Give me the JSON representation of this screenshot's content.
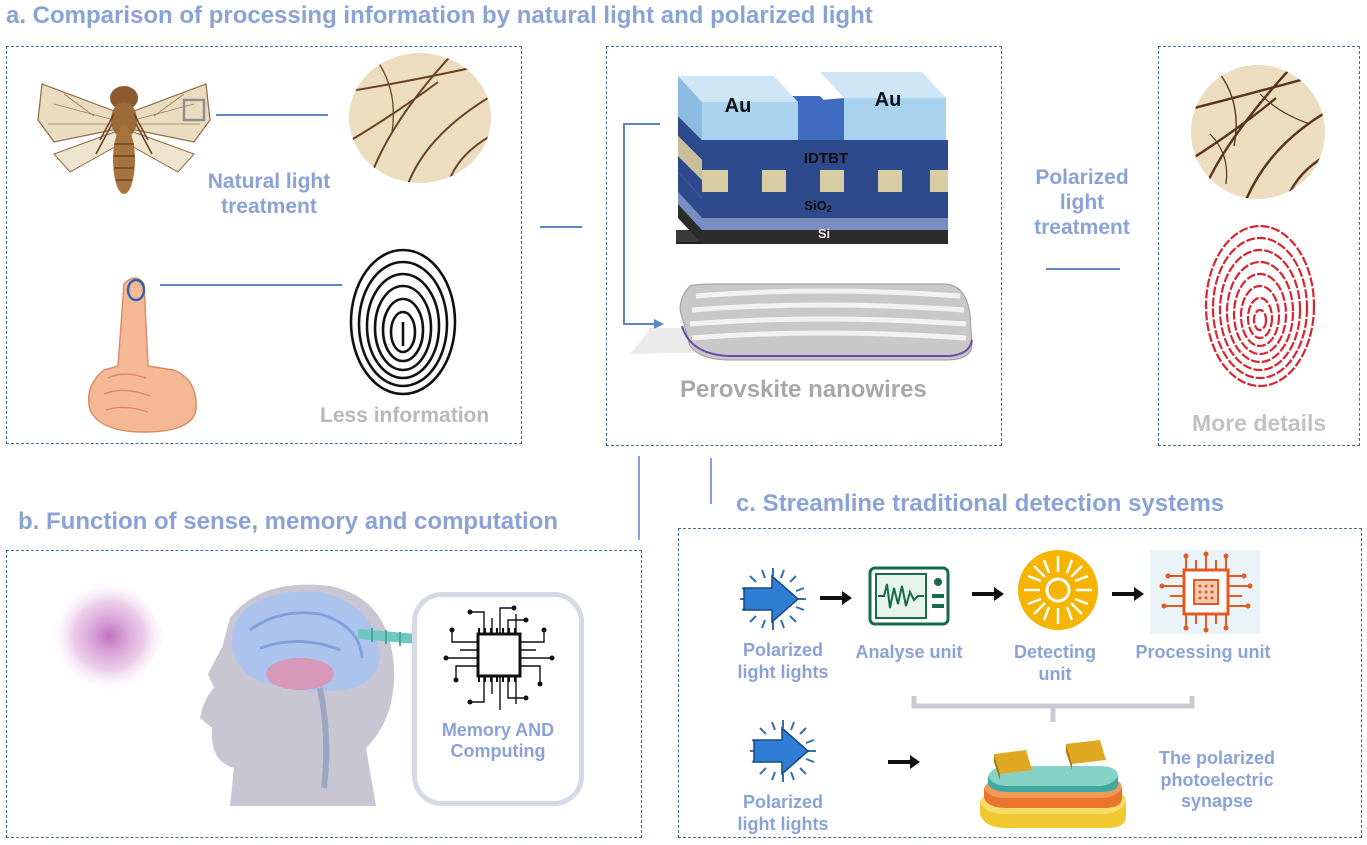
{
  "headings": {
    "a": "a. Comparison of processing information by natural light and polarized light",
    "b": "b. Function of sense, memory and computation",
    "c": "c. Streamline traditional detection systems"
  },
  "panel_a": {
    "natural_label": "Natural light treatment",
    "less_info": "Less information",
    "device_layers": {
      "au_left": "Au",
      "au_right": "Au",
      "idtbt": "IDTBT",
      "sio2": "SiO",
      "sio2_sub": "2",
      "si": "Si"
    },
    "nanowires": "Perovskite nanowires",
    "polarized_label": "Polarized light treatment",
    "more_details": "More details"
  },
  "panel_b": {
    "memory_label": "Memory AND Computing"
  },
  "panel_c": {
    "steps": [
      {
        "label": "Polarized light lights"
      },
      {
        "label": "Analyse unit"
      },
      {
        "label": "Detecting unit"
      },
      {
        "label": "Processing unit"
      }
    ],
    "bottom_source": "Polarized light lights",
    "synapse_label": "The polarized photoelectric synapse"
  },
  "colors": {
    "heading_blue": "#8aa2d6",
    "dash_blue": "#3f6f9e",
    "grey_text": "#b8b8b8",
    "fingerprint_red": "#d9232e"
  }
}
